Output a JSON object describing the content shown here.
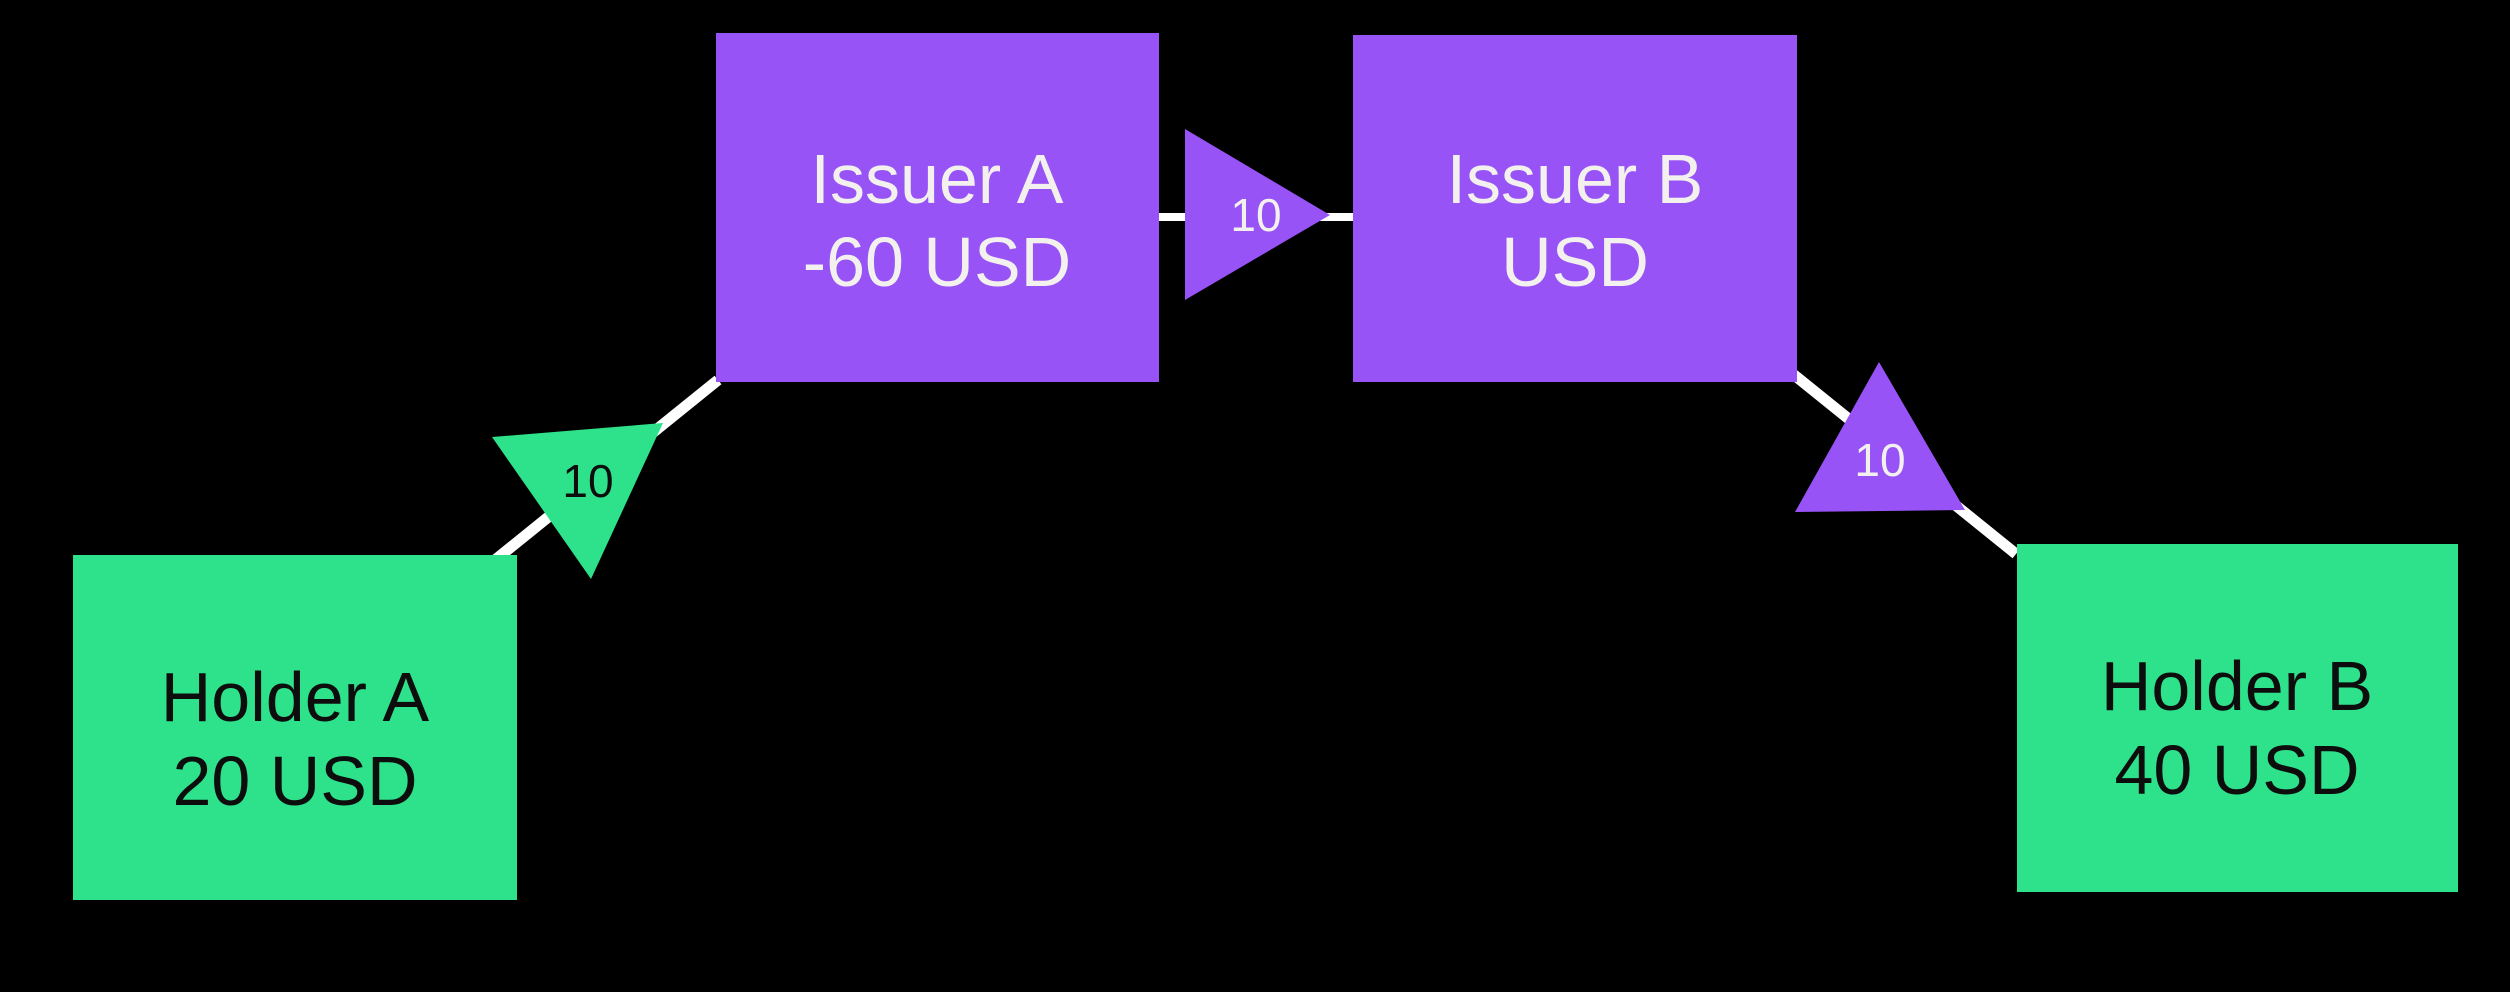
{
  "canvas": {
    "background": "#000000"
  },
  "colors": {
    "holder_green": "#2ee28b",
    "issuer_purple": "#9853f6",
    "edge_white": "#ffffff",
    "text_on_green": "#0d0d0d",
    "text_on_purple": "#f3f1ee"
  },
  "nodes": {
    "holder_a": {
      "title": "Holder A",
      "balance": "20 USD"
    },
    "issuer_a": {
      "title": "Issuer A",
      "balance": "-60 USD"
    },
    "issuer_b": {
      "title": "Issuer B",
      "balance": "USD"
    },
    "holder_b": {
      "title": "Holder B",
      "balance": "40 USD"
    }
  },
  "transfers": {
    "holder_a_issuer_a": {
      "amount": "10"
    },
    "issuer_a_issuer_b": {
      "amount": "10"
    },
    "issuer_b_holder_b": {
      "amount": "10"
    }
  }
}
